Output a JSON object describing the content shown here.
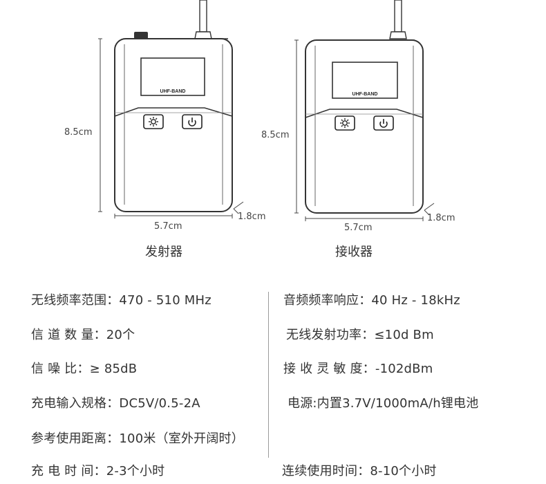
{
  "devices": [
    {
      "caption": "发射器",
      "band": "UHF-BAND",
      "height": "8.5cm",
      "width": "5.7cm",
      "depth": "1.8cm"
    },
    {
      "caption": "接收器",
      "band": "UHF-BAND",
      "height": "8.5cm",
      "width": "5.7cm",
      "depth": "1.8cm"
    }
  ],
  "specs_left": [
    "无线频率范围：470 - 510 MHz",
    "信 道  数  量：20个",
    "信     噪     比：≥ 85dB",
    "充电输入规格：DC5V/0.5-2A",
    "参考使用距离：100米（室外开阔时）",
    "充  电  时  间：2-3个小时"
  ],
  "specs_right": [
    "音频频率响应：40 Hz - 18kHz",
    "无线发射功率：≤10d Bm",
    "接 收 灵 敏 度：-102dBm",
    "电源:内置3.7V/1000mA/h锂电池",
    "连续使用时间：8-10个小时"
  ]
}
